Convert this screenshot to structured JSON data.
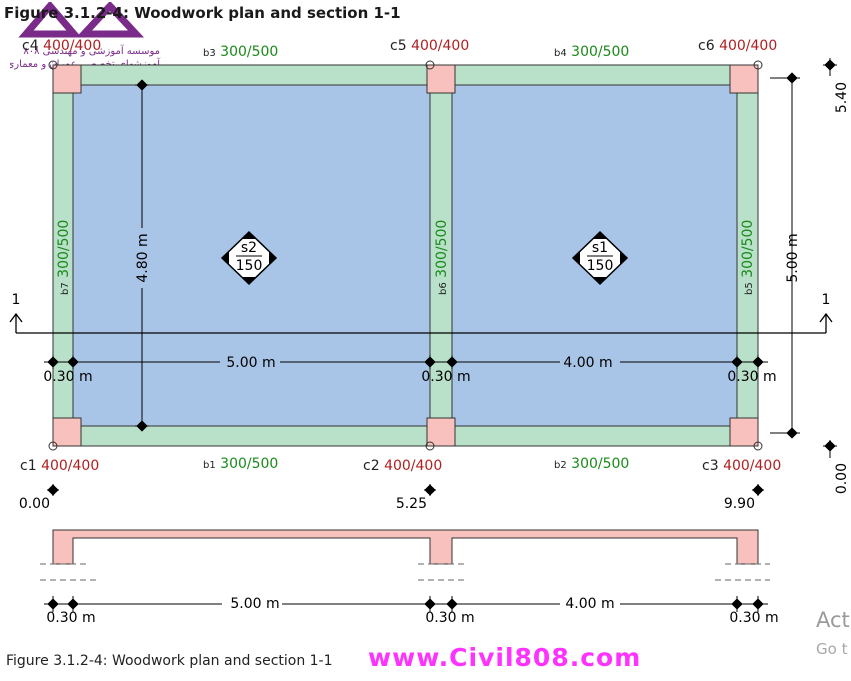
{
  "title": "Figure 3.1.2-4: Woodwork plan and section 1-1",
  "caption": "Figure 3.1.2-4: Woodwork plan and section 1-1",
  "logo": {
    "line1": "موسسه آموزشی و مهندسی ۸۰۸",
    "line2": "آموزشهای تخصصی عمران و معماری"
  },
  "site_text": "www.Civil808.com",
  "os_watermark": {
    "line1": "Act",
    "line2": "Go t"
  },
  "columns": {
    "c1": {
      "id": "c1",
      "size": "400/400"
    },
    "c2": {
      "id": "c2",
      "size": "400/400"
    },
    "c3": {
      "id": "c3",
      "size": "400/400"
    },
    "c4": {
      "id": "c4",
      "size": "400/400"
    },
    "c5": {
      "id": "c5",
      "size": "400/400"
    },
    "c6": {
      "id": "c6",
      "size": "400/400"
    }
  },
  "beams": {
    "b1": {
      "id": "b1",
      "size": "300/500"
    },
    "b2": {
      "id": "b2",
      "size": "300/500"
    },
    "b3": {
      "id": "b3",
      "size": "300/500"
    },
    "b4": {
      "id": "b4",
      "size": "300/500"
    },
    "b5": {
      "id": "b5",
      "size": "300/500"
    },
    "b6": {
      "id": "b6",
      "size": "300/500"
    },
    "b7": {
      "id": "b7",
      "size": "300/500"
    }
  },
  "slabs": {
    "s1": {
      "id": "s1",
      "thickness": "150"
    },
    "s2": {
      "id": "s2",
      "thickness": "150"
    }
  },
  "dimensions": {
    "span_left": "5.00 m",
    "span_right": "4.00 m",
    "beam_width": "0.30 m",
    "inner_height": "4.80 m",
    "outer_height": "5.00 m"
  },
  "levels": {
    "x0": "0.00",
    "x1": "5.25",
    "x2": "9.90",
    "y_top": "5.40",
    "y_bottom": "0.00"
  },
  "section_marker": "1",
  "colors": {
    "slab_fill": "#a8c4e6",
    "beam_fill": "#b9e0c9",
    "column_fill": "#f8c1bd",
    "size_green": "#1a8a1a",
    "size_red": "#b02020"
  }
}
